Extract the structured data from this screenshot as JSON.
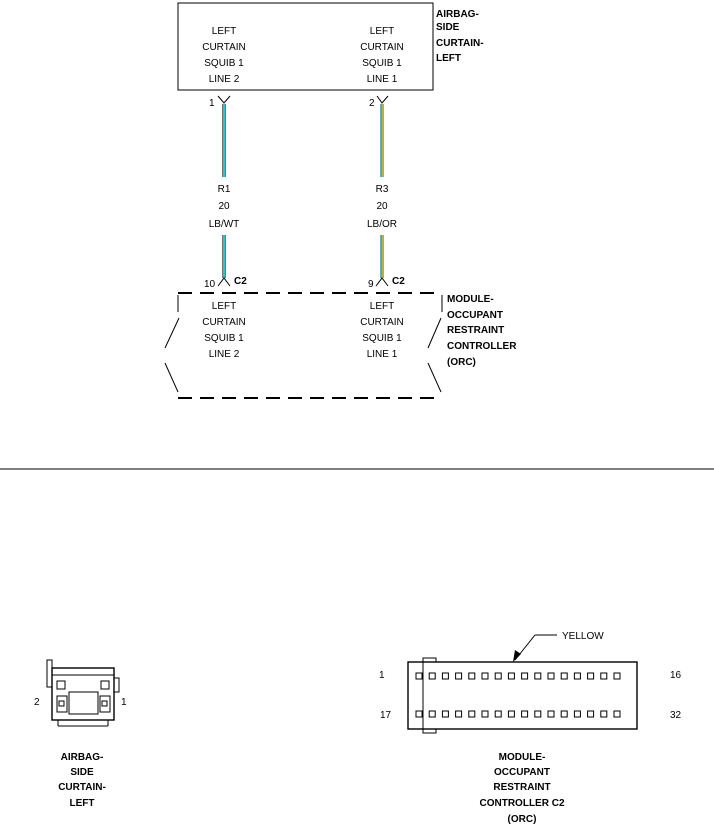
{
  "airbag": {
    "name": [
      "AIRBAG-",
      "SIDE",
      "CURTAIN-",
      "LEFT"
    ],
    "pin_left": {
      "number": "1",
      "lines": [
        "LEFT",
        "CURTAIN",
        "SQUIB 1",
        "LINE 2"
      ]
    },
    "pin_right": {
      "number": "2",
      "lines": [
        "LEFT",
        "CURTAIN",
        "SQUIB 1",
        "LINE 1"
      ]
    }
  },
  "wires": {
    "left": {
      "circuit": "R1",
      "gauge": "20",
      "color": "LB/WT",
      "colors_hex": [
        "#2ad4d9",
        "#ffffff"
      ]
    },
    "right": {
      "circuit": "R3",
      "gauge": "20",
      "color": "LB/OR",
      "colors_hex": [
        "#2ad4d9",
        "#f2e94a"
      ]
    }
  },
  "orc": {
    "name": [
      "MODULE-",
      "OCCUPANT",
      "RESTRAINT",
      "CONTROLLER",
      "(ORC)"
    ],
    "connector": "C2",
    "pin_left": {
      "number": "10",
      "lines": [
        "LEFT",
        "CURTAIN",
        "SQUIB 1",
        "LINE 2"
      ]
    },
    "pin_right": {
      "number": "9",
      "lines": [
        "LEFT",
        "CURTAIN",
        "SQUIB 1",
        "LINE 1"
      ]
    }
  },
  "airbag_connector_view": {
    "name": [
      "AIRBAG-",
      "SIDE",
      "CURTAIN-",
      "LEFT"
    ],
    "pin_left": "2",
    "pin_right": "1"
  },
  "orc_connector_view": {
    "name": [
      "MODULE-",
      "OCCUPANT",
      "RESTRAINT",
      "CONTROLLER C2",
      "(ORC)"
    ],
    "callout": "YELLOW",
    "pin_top_left": "1",
    "pin_top_right": "16",
    "pin_bottom_left": "17",
    "pin_bottom_right": "32",
    "pins_per_row": 16
  }
}
